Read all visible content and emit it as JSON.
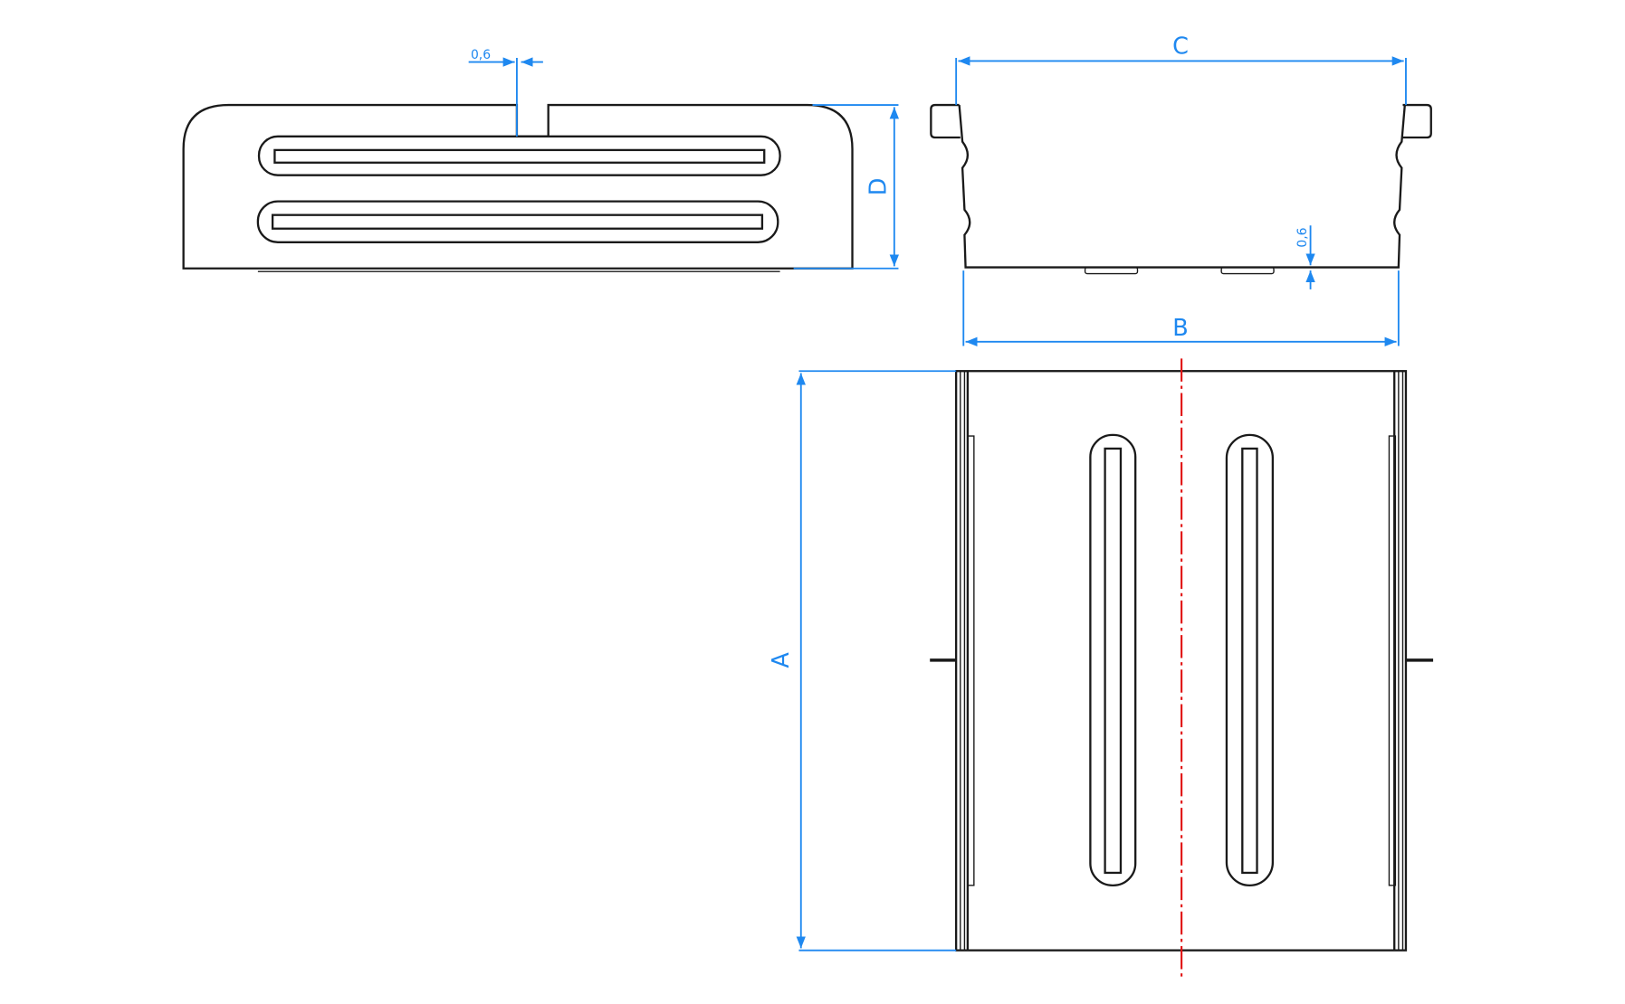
{
  "drawing": {
    "front_view": {
      "thickness_label": "0,6",
      "height_label": "D"
    },
    "side_view": {
      "top_width_label": "C",
      "bottom_width_label": "B",
      "thickness_label": "0,6"
    },
    "top_view": {
      "length_label": "A"
    }
  },
  "colors": {
    "outline": "#1a1a1a",
    "dimension": "#1e88f0",
    "centerline": "#e01010",
    "background": "#ffffff"
  }
}
